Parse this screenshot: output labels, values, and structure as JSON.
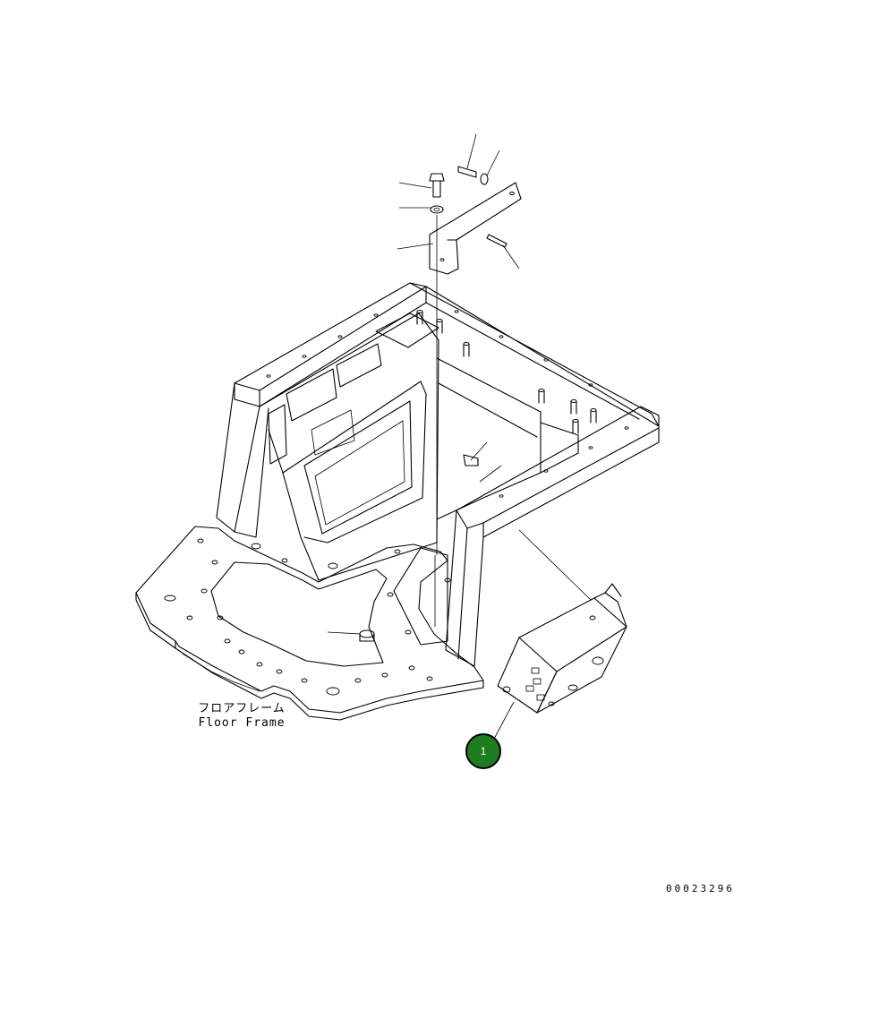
{
  "labels": {
    "floor_frame_jp": "フロアフレーム",
    "floor_frame_en": "Floor Frame"
  },
  "callout": {
    "number": "1",
    "color": "#1e7d1e"
  },
  "document_number": "00023296"
}
